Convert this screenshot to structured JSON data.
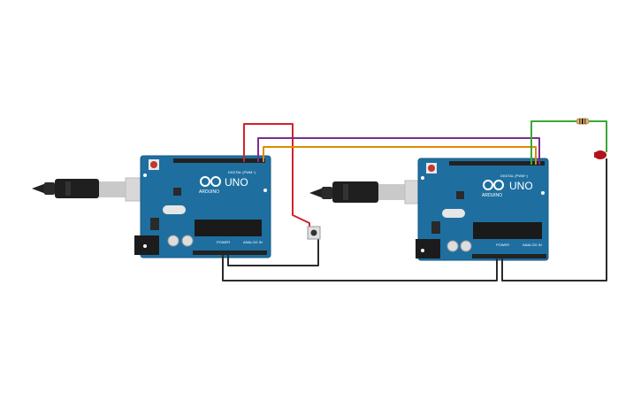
{
  "boards": [
    {
      "id": "board-1",
      "logo_text": "UNO",
      "brand_text": "ARDUINO",
      "digital_label": "DIGITAL (PWM~)",
      "power_label": "POWER",
      "analog_label": "ANALOG IN"
    },
    {
      "id": "board-2",
      "logo_text": "UNO",
      "brand_text": "ARDUINO",
      "digital_label": "DIGITAL (PWM~)",
      "power_label": "POWER",
      "analog_label": "ANALOG IN"
    }
  ],
  "components": {
    "pushbutton": "pushbutton",
    "resistor": "resistor",
    "led": "led"
  },
  "wire_colors": {
    "red": "#d2232a",
    "purple": "#7a2f8f",
    "orange": "#e08a00",
    "green": "#3aa935",
    "black": "#2b2b2b",
    "board_blue": "#1e6fa0",
    "led_red": "#b3121b"
  }
}
